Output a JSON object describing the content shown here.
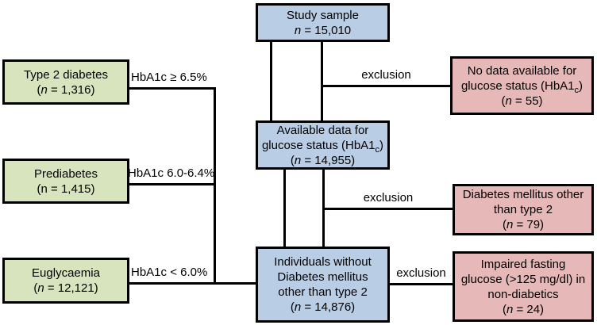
{
  "colors": {
    "box_blue": "#b9cde4",
    "box_green": "#d8e4be",
    "box_pink": "#e6b9b8",
    "line": "#000000"
  },
  "nodes": {
    "study_sample": {
      "l1": "Study sample",
      "n_italic": "n",
      "n_rest": " = 15,010"
    },
    "available_data": {
      "l1": "Available data for",
      "l2_pre": "glucose status (HbA1",
      "l2_sub": "c",
      "l2_post": ")",
      "l3_pre": "(",
      "n_italic": "n",
      "n_rest": " = 14,955)"
    },
    "individuals": {
      "l1": "Individuals without",
      "l2": "Diabetes mellitus",
      "l3": "other than type 2",
      "l4_pre": "(",
      "n_italic": "n",
      "n_rest": " = 14,876)"
    },
    "type2": {
      "l1": "Type 2 diabetes",
      "l2_pre": "(",
      "n_italic": "n",
      "n_rest": " = 1,316)"
    },
    "prediabetes": {
      "l1": "Prediabetes",
      "l2": "(n = 1,415)"
    },
    "euglycaemia": {
      "l1": "Euglycaemia",
      "l2_pre": "(",
      "n_italic": "n",
      "n_rest": " = 12,121)"
    },
    "no_data": {
      "l1": "No data available for",
      "l2_pre": "glucose status (HbA1",
      "l2_sub": "c",
      "l2_post": ")",
      "l3_pre": "(",
      "n_italic": "n",
      "n_rest": " = 55)"
    },
    "dm_other": {
      "l1": "Diabetes mellitus other",
      "l2": "than type 2",
      "l3_pre": "(",
      "n_italic": "n",
      "n_rest": " = 79)"
    },
    "ifg": {
      "l1": "Impaired fasting",
      "l2": "glucose (>125 mg/dl) in",
      "l3": "non-diabetics",
      "l4_pre": "(",
      "n_italic": "n",
      "n_rest": " = 24)"
    }
  },
  "edge_labels": {
    "hba1c_high": "HbA1c ≥ 6.5%",
    "hba1c_mid": "HbA1c 6.0-6.4%",
    "hba1c_low": "HbA1c < 6.0%",
    "exclusion1": "exclusion",
    "exclusion2": "exclusion",
    "exclusion3": "exclusion"
  }
}
